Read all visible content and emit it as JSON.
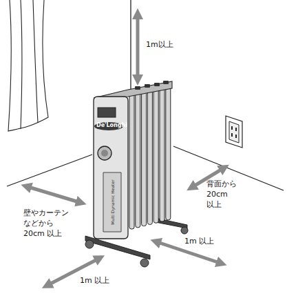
{
  "diagram": {
    "labels": [
      "1m以上",
      "背面から 20cm 以上",
      "壁やカーテン などから 20cm 以上",
      "1m 以上",
      "1m 以上",
      "De'Longhi",
      "Multi Dynamic Heater"
    ]
  }
}
